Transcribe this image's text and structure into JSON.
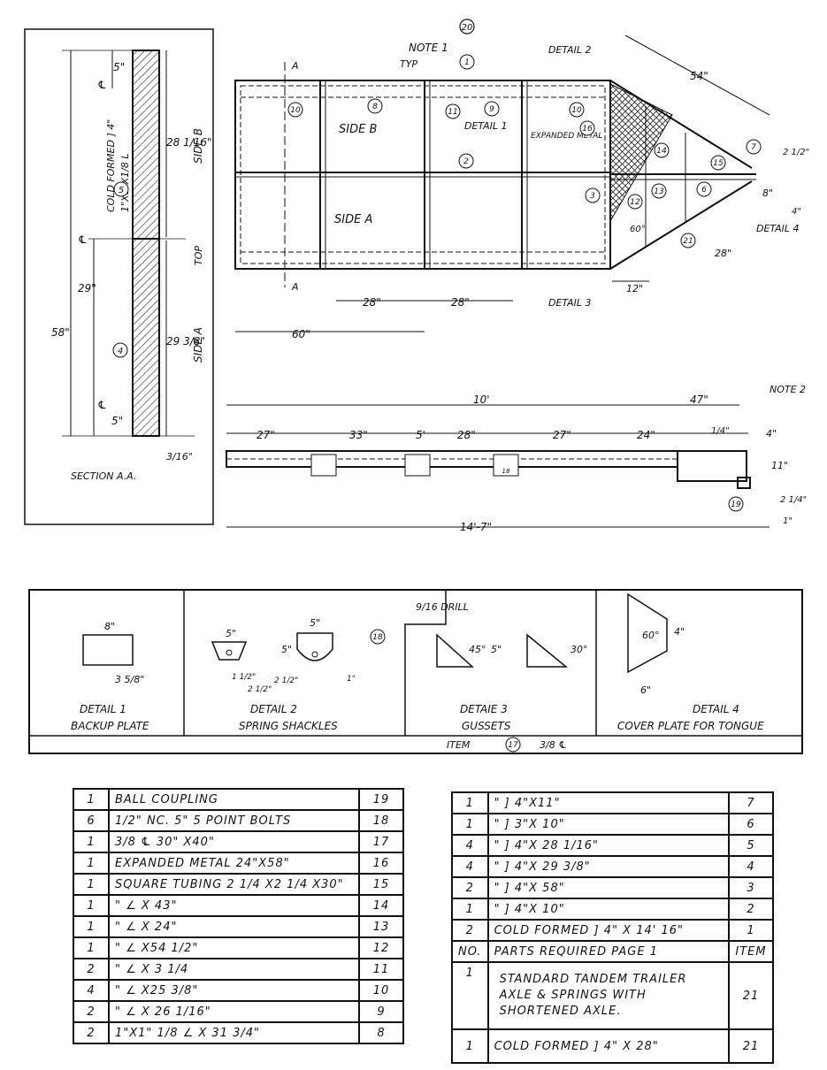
{
  "page_number": "20",
  "section_aa": {
    "title": "SECTION A.A.",
    "part_label": "COLD FORMED ] 4\"",
    "part_label_2": "1\"X1\"X1/8 L",
    "dims": [
      "5\"",
      "28 1/16\"",
      "29\"",
      "58\"",
      "29 3/8\"",
      "5\"",
      "3/16\""
    ],
    "side_b": "SIDE B",
    "side_a": "SIDE A",
    "top": "TOP",
    "callouts": [
      "5",
      "4"
    ],
    "cl": "℄"
  },
  "plan": {
    "note1": "NOTE 1",
    "typ": "TYP",
    "detail2": "DETAIL 2",
    "detail1": "DETAIL 1",
    "detail3": "DETAIL 3",
    "detail4": "DETAIL 4",
    "side_b": "SIDE B",
    "side_a": "SIDE A",
    "expanded_metal": "EXPANDED METAL",
    "section_marker": "A",
    "callouts": [
      "1",
      "10",
      "8",
      "11",
      "9",
      "10",
      "16",
      "2",
      "14",
      "7",
      "15",
      "13",
      "6",
      "3",
      "12",
      "21"
    ],
    "dims": [
      "54\"",
      "2 1/2\"",
      "8\"",
      "4\"",
      "60°",
      "28\"",
      "12\"",
      "28\"",
      "28\"",
      "60\""
    ]
  },
  "elevation": {
    "note2": "NOTE 2",
    "overall_top": "10'",
    "tongue": "47\"",
    "spacing": [
      "27\"",
      "33\"",
      "5'",
      "28\"",
      "27\"",
      "24\""
    ],
    "small": [
      "1/4\"",
      "4\"",
      "11\"",
      "2 1/4\"",
      "1\""
    ],
    "overall": "14'-7\"",
    "callout": "19",
    "shackle_label": "18"
  },
  "details": {
    "d1_title": "DETAIL 1",
    "d1_sub": "BACKUP PLATE",
    "d1_dims": [
      "8\"",
      "3 5/8\""
    ],
    "d2_title": "DETAIL 2",
    "d2_sub": "SPRING SHACKLES",
    "d2_drill": "9/16 DRILL",
    "d2_dims": [
      "5\"",
      "5\"",
      "5\"",
      "1 1/2\"",
      "2 1/2\"",
      "2 1/2\"",
      "1\""
    ],
    "d2_callout": "18",
    "d3_title": "DETAIE 3",
    "d3_sub": "GUSSETS",
    "d3_dims": [
      "45°",
      "5\"",
      "30°"
    ],
    "d4_title": "DETAIL 4",
    "d4_sub": "COVER PLATE FOR TONGUE",
    "d4_dims": [
      "60°",
      "4\"",
      "6\""
    ],
    "item_line": "ITEM",
    "item_callout": "17",
    "item_value": "3/8 ℄"
  },
  "parts_left": [
    {
      "qty": "1",
      "desc": "BALL COUPLING",
      "item": "19"
    },
    {
      "qty": "6",
      "desc": "1/2\" NC. 5\"      5 POINT BOLTS",
      "item": "18"
    },
    {
      "qty": "1",
      "desc": "3/8 ℄ 30\" X40\"",
      "item": "17"
    },
    {
      "qty": "1",
      "desc": "EXPANDED METAL 24\"X58\"",
      "item": "16"
    },
    {
      "qty": "1",
      "desc": "SQUARE TUBING 2 1/4 X2 1/4 X30\"",
      "item": "15"
    },
    {
      "qty": "1",
      "desc": "\"        ∠ X 43\"",
      "item": "14"
    },
    {
      "qty": "1",
      "desc": "\"        ∠ X 24\"",
      "item": "13"
    },
    {
      "qty": "1",
      "desc": "\"        ∠ X54 1/2\"",
      "item": "12"
    },
    {
      "qty": "2",
      "desc": "\"        ∠ X 3 1/4",
      "item": "11"
    },
    {
      "qty": "4",
      "desc": "\"        ∠ X25 3/8\"",
      "item": "10"
    },
    {
      "qty": "2",
      "desc": "\"        ∠ X 26 1/16\"",
      "item": "9"
    },
    {
      "qty": "2",
      "desc": "1\"X1\" 1/8    ∠ X 31 3/4\"",
      "item": "8"
    }
  ],
  "parts_right": [
    {
      "qty": "1",
      "desc": "\"        ] 4\"X11\"",
      "item": "7"
    },
    {
      "qty": "1",
      "desc": "\"       ] 3\"X 10\"",
      "item": "6"
    },
    {
      "qty": "4",
      "desc": "\"       ] 4\"X 28 1/16\"",
      "item": "5"
    },
    {
      "qty": "4",
      "desc": "\"       ] 4\"X 29 3/8\"",
      "item": "4"
    },
    {
      "qty": "2",
      "desc": "\"       ] 4\"X 58\"",
      "item": "3"
    },
    {
      "qty": "1",
      "desc": "\"       ] 4\"X 10\"",
      "item": "2"
    },
    {
      "qty": "2",
      "desc": "COLD FORMED ] 4\" X 14' 16\"",
      "item": "1"
    },
    {
      "qty": "NO.",
      "desc": "PARTS REQUIRED    PAGE 1",
      "item": "ITEM"
    },
    {
      "qty": "1",
      "desc": "STANDARD TANDEM TRAILER AXLE & SPRINGS WITH SHORTENED AXLE.",
      "item": "21"
    },
    {
      "qty": "1",
      "desc": "COLD FORMED ] 4\" X 28\"",
      "item": "21"
    }
  ]
}
